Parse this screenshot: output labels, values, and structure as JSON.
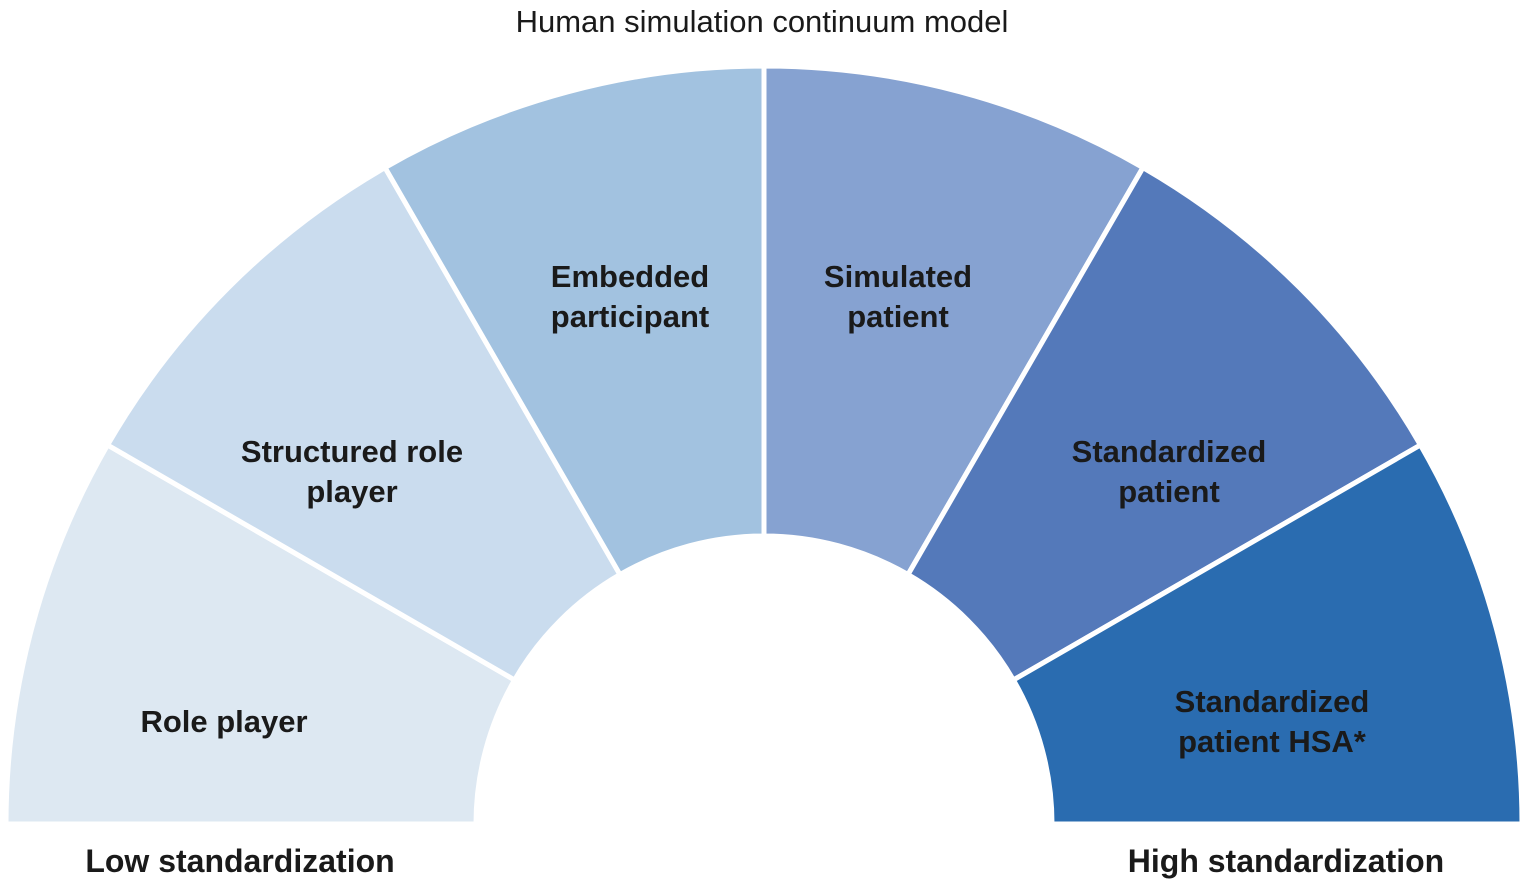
{
  "title": "Human simulation continuum model",
  "segments": [
    {
      "id": "role-player",
      "lines": [
        "Role player"
      ],
      "color": "#dde8f2"
    },
    {
      "id": "structured-role-player",
      "lines": [
        "Structured role",
        "player"
      ],
      "color": "#cadcee"
    },
    {
      "id": "embedded-participant",
      "lines": [
        "Embedded",
        "participant"
      ],
      "color": "#a2c2e0"
    },
    {
      "id": "simulated-patient",
      "lines": [
        "Simulated",
        "patient"
      ],
      "color": "#86a2d1"
    },
    {
      "id": "standardized-patient",
      "lines": [
        "Standardized",
        "patient"
      ],
      "color": "#5479ba"
    },
    {
      "id": "standardized-patient-hsa",
      "lines": [
        "Standardized",
        "patient HSA*"
      ],
      "color": "#2a6cb0"
    }
  ],
  "axis_labels": {
    "low": "Low standardization",
    "high": "High standardization"
  }
}
